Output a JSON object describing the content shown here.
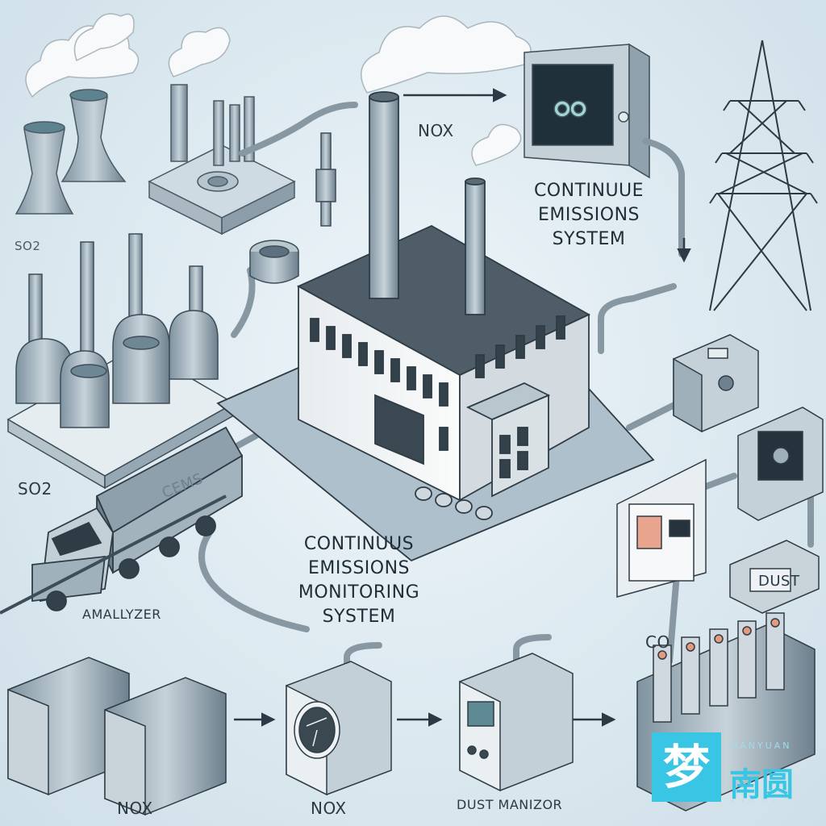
{
  "labels": {
    "nox_top": "NOX",
    "panel_top": [
      "CONTINUUE",
      "EMISSIONS",
      "SYSTEM"
    ],
    "so2_left_top": "SO2",
    "so2_left": "SO2",
    "truck_sign": "CEMS",
    "center_title": [
      "CONTINUUS",
      "EMISSIONS",
      "MONITORING",
      "SYSTEM"
    ],
    "analyzer": "AMALLYZER",
    "co": "CO",
    "dust_box": "DUST",
    "bottom_nox_1": "NOX",
    "bottom_nox_2": "NOX",
    "bottom_dust": "DUST MANIZOR"
  },
  "watermark": {
    "glyph": "梦",
    "text": "南圆",
    "pinyin": "NANYUAN",
    "sub": "· · · · ·"
  },
  "colors": {
    "pipe": "#9aaab4",
    "building_wall": "#f2f4f5",
    "building_roof": "#4f5d68",
    "metal": "#8fa2ae",
    "accent_blue": "#6f8fa5",
    "watermark": "#39c5e4"
  }
}
